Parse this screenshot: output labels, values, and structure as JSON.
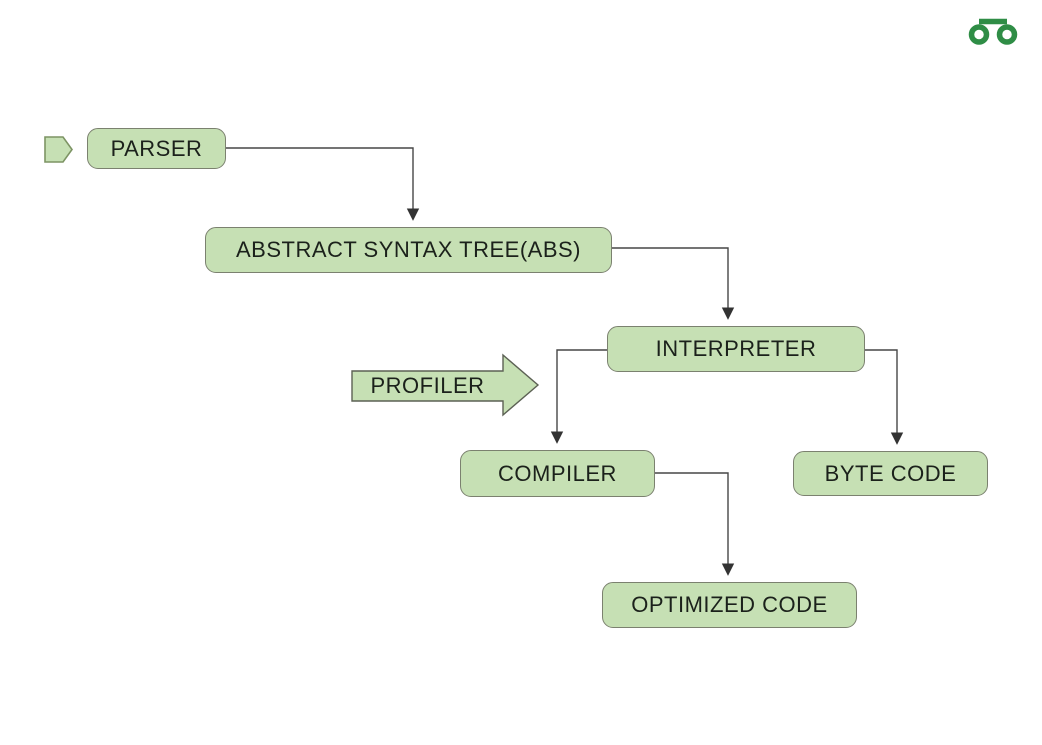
{
  "diagram": {
    "description": "Flowchart of a JavaScript engine / JIT compilation pipeline",
    "nodes": {
      "parser": {
        "label": "PARSER",
        "shape": "rounded-rectangle"
      },
      "ast": {
        "label": "ABSTRACT SYNTAX TREE(ABS)",
        "shape": "rounded-rectangle"
      },
      "interpreter": {
        "label": "INTERPRETER",
        "shape": "rounded-rectangle"
      },
      "profiler": {
        "label": "PROFILER",
        "shape": "right-arrow"
      },
      "compiler": {
        "label": "COMPILER",
        "shape": "rounded-rectangle"
      },
      "byte_code": {
        "label": "BYTE CODE",
        "shape": "rounded-rectangle"
      },
      "optimized_code": {
        "label": "OPTIMIZED CODE",
        "shape": "rounded-rectangle"
      }
    },
    "edges": [
      {
        "from": "PARSER",
        "to": "ABSTRACT SYNTAX TREE(ABS)"
      },
      {
        "from": "ABSTRACT SYNTAX TREE(ABS)",
        "to": "INTERPRETER"
      },
      {
        "from": "INTERPRETER",
        "to": "COMPILER"
      },
      {
        "from": "INTERPRETER",
        "to": "BYTE CODE"
      },
      {
        "from": "COMPILER",
        "to": "OPTIMIZED CODE"
      },
      {
        "from": "PROFILER",
        "to": "edge between INTERPRETER and COMPILER",
        "type": "annotation-arrow"
      }
    ],
    "start_marker": {
      "shape": "pentagon",
      "points_to": "PARSER"
    },
    "logo": {
      "name": "geeksforgeeks-logo",
      "color": "#2f8d46"
    },
    "colors": {
      "background": "#ffffff",
      "node_fill": "#c6e0b4",
      "node_border": "#7b816f",
      "connector": "#474747",
      "text": "#1b211b",
      "logo_green": "#2f8d46"
    }
  }
}
